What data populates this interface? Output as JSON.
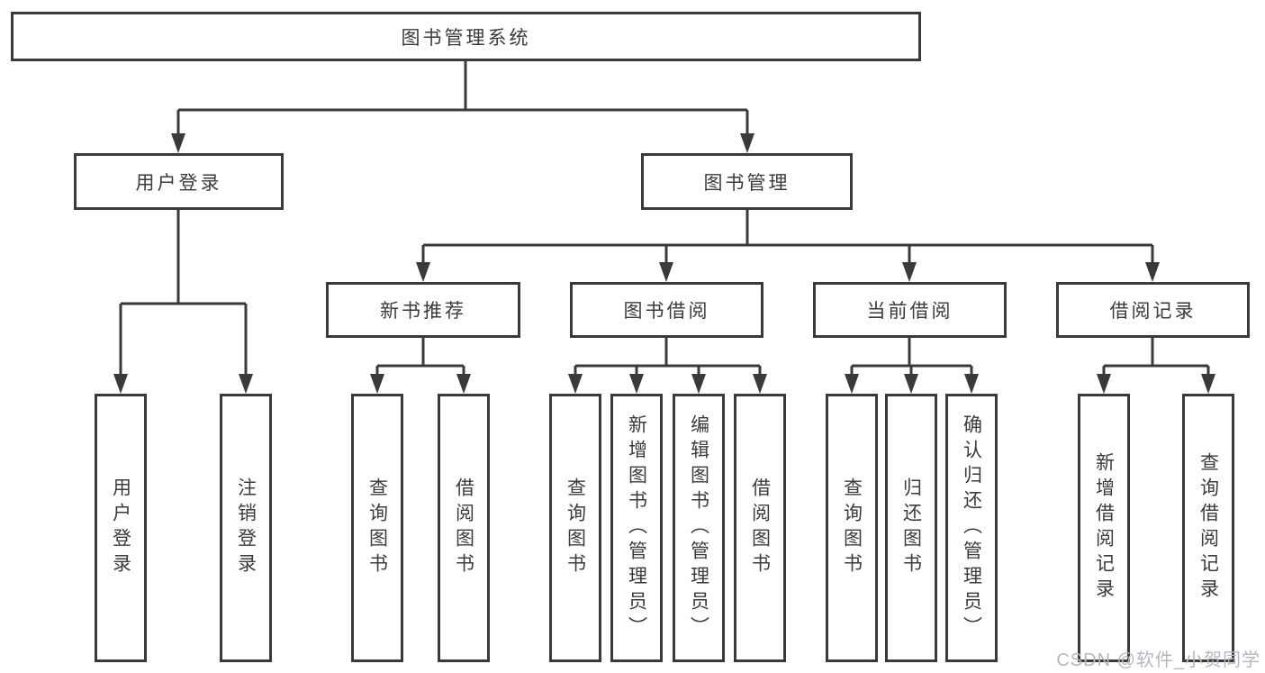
{
  "diagram": {
    "root": {
      "label": "图书管理系统"
    },
    "branches": [
      {
        "label": "用户登录",
        "children": [
          {
            "label": "用户登录"
          },
          {
            "label": "注销登录"
          }
        ]
      },
      {
        "label": "图书管理",
        "children": [
          {
            "label": "新书推荐",
            "children": [
              {
                "label": "查询图书"
              },
              {
                "label": "借阅图书"
              }
            ]
          },
          {
            "label": "图书借阅",
            "children": [
              {
                "label": "查询图书"
              },
              {
                "label": "新增图书（管理员）"
              },
              {
                "label": "编辑图书（管理员）"
              },
              {
                "label": "借阅图书"
              }
            ]
          },
          {
            "label": "当前借阅",
            "children": [
              {
                "label": "查询图书"
              },
              {
                "label": "归还图书"
              },
              {
                "label": "确认归还（管理员）"
              }
            ]
          },
          {
            "label": "借阅记录",
            "children": [
              {
                "label": "新增借阅记录"
              },
              {
                "label": "查询借阅记录"
              }
            ]
          }
        ]
      }
    ]
  },
  "watermark": {
    "text": "CSDN @软件_小贺同学"
  },
  "colors": {
    "line": "#3a3a3a",
    "text": "#3b3b3b",
    "background": "#ffffff",
    "watermark": "#b4b7bf"
  }
}
